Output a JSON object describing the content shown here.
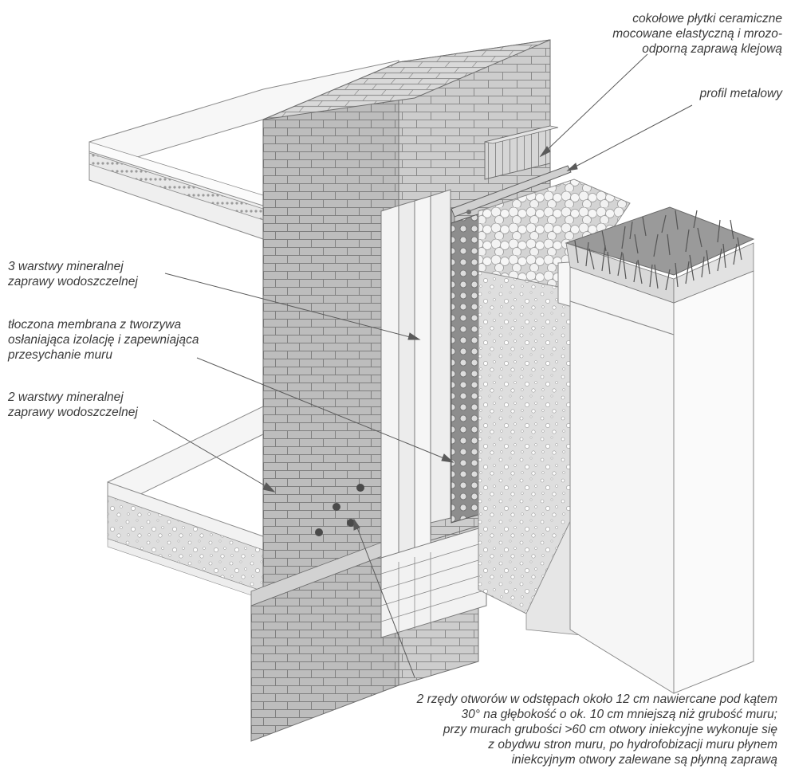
{
  "colors": {
    "brick": "#c9c9c9",
    "mortar": "#8a8a8a",
    "plaster": "#efefef",
    "membrane": "#8f8f8f",
    "gravel": "#e9e9e9",
    "soil": "#dcdcdc",
    "grass": "#6d6d6d",
    "leader": "#5a5a5a",
    "text": "#3a3a3a"
  },
  "labels": {
    "tiles": [
      "cokołowe płytki ceramiczne",
      "mocowane elastyczną i mrozo-",
      "odporną zaprawą klejową"
    ],
    "profile": [
      "profil metalowy"
    ],
    "three_layers": [
      "3 warstwy mineralnej",
      "zaprawy wodoszczelnej"
    ],
    "membrane": [
      "tłoczona membrana z tworzywa",
      "osłaniająca izolację i zapewniająca",
      "przesychanie muru"
    ],
    "two_layers": [
      "2 warstwy  mineralnej",
      "zaprawy wodoszczelnej"
    ],
    "holes": [
      "2 rzędy otworów w odstępach około 12 cm nawiercane pod kątem",
      "30° na głębokość o ok. 10 cm mniejszą niż grubość muru;",
      "przy murach grubości >60 cm otwory iniekcyjne wykonuje się",
      "z obydwu stron muru, po hydrofobizacji muru płynem",
      "iniekcyjnym otwory zalewane są płynną zaprawą"
    ]
  }
}
